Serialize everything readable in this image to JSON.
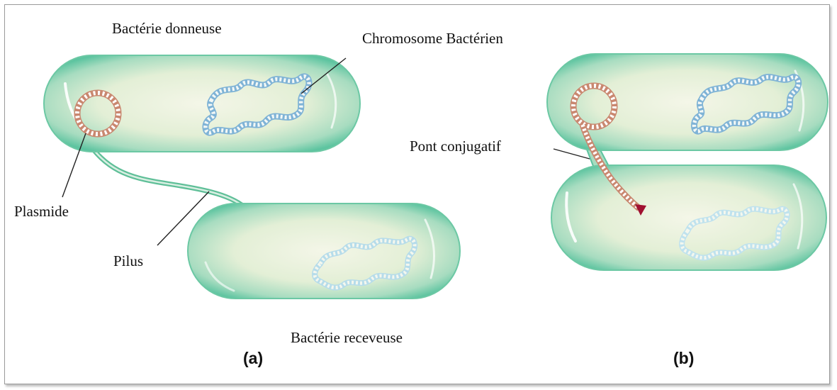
{
  "labels": {
    "donor": "Bactérie donneuse",
    "chromosome": "Chromosome Bactérien",
    "plasmid": "Plasmide",
    "pilus": "Pilus",
    "recipient": "Bactérie receveuse",
    "bridge": "Pont conjugatif",
    "panel_a": "(a)",
    "panel_b": "(b)"
  },
  "colors": {
    "cell_edge": "#5dc4a0",
    "cell_inner": "#eef3dc",
    "chromosome": "#7fb3d6",
    "plasmid": "#c98870",
    "leader": "#a01030",
    "frame": "#9a9a9a"
  }
}
